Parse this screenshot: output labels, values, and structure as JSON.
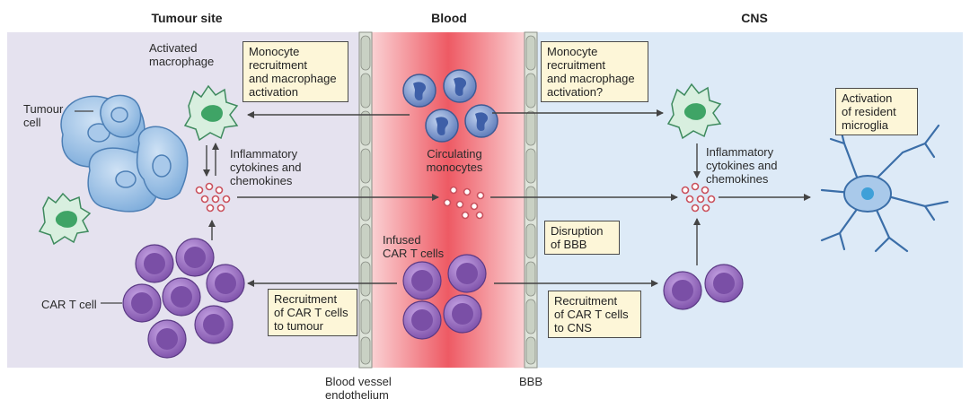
{
  "headers": {
    "tumour_site": "Tumour site",
    "blood": "Blood",
    "cns": "CNS"
  },
  "labels": {
    "activated_macrophage": [
      "Activated",
      "macrophage"
    ],
    "tumour_cell": [
      "Tumour",
      "cell"
    ],
    "inflammatory_left": [
      "Inflammatory",
      "cytokines and",
      "chemokines"
    ],
    "car_t_cell": "CAR T cell",
    "circulating_monocytes": [
      "Circulating",
      "monocytes"
    ],
    "infused_car_t": [
      "Infused",
      "CAR T cells"
    ],
    "inflammatory_right": [
      "Inflammatory",
      "cytokines and",
      "chemokines"
    ],
    "blood_vessel_endothelium": [
      "Blood vessel",
      "endothelium"
    ],
    "bbb": "BBB"
  },
  "boxes": {
    "monocyte_recruitment_left": [
      "Monocyte",
      "recruitment",
      "and macrophage",
      "activation"
    ],
    "monocyte_recruitment_right": [
      "Monocyte",
      "recruitment",
      "and macrophage",
      "activation?"
    ],
    "activation_microglia": [
      "Activation",
      "of resident",
      "microglia"
    ],
    "disruption_bbb": [
      "Disruption",
      "of BBB"
    ],
    "recruitment_tumour": [
      "Recruitment",
      "of CAR T cells",
      "to tumour"
    ],
    "recruitment_cns": [
      "Recruitment",
      "of CAR T cells",
      "to CNS"
    ]
  },
  "colors": {
    "tumour_bg": "#e4e1ee",
    "cns_bg": "#dde9f6",
    "blood_center": "#f0606a",
    "blood_edge": "#fbd6d8",
    "car_t": "#9a6fc0",
    "monocyte": "#7d9ad0",
    "macrophage": "#7ec69a",
    "tumour_cell": "#8fb9e2",
    "box_fill": "#fdf6d8",
    "cytokine": "#d9707a"
  }
}
